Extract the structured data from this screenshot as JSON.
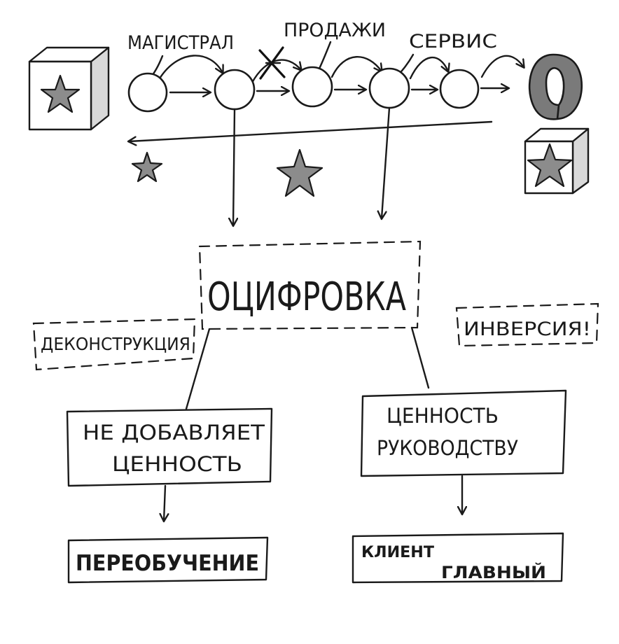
{
  "diagram": {
    "stream_labels": [
      "МАГИСТРАЛ",
      "ПРОДАЖИ",
      "СЕРВИС"
    ],
    "central_node": "ОЦИФРОВКА",
    "left_tag": "ДЕКОНСТРУКЦИЯ",
    "right_tag": "ИНВЕРСИЯ!",
    "left_box": {
      "line1": "НЕ ДОБАВЛЯЕТ",
      "line2": "ЦЕННОСТЬ"
    },
    "right_box": {
      "line1": "ЦЕННОСТЬ",
      "line2": "РУКОВОДСТВУ"
    },
    "left_result": "ПЕРЕОБУЧЕНИЕ",
    "right_result": {
      "line1": "КЛИЕНТ",
      "line2": "ГЛАВНЫЙ"
    },
    "colors": {
      "ink": "#1a1a1a",
      "star": "#8c8c8c",
      "paper": "#ffffff"
    }
  }
}
